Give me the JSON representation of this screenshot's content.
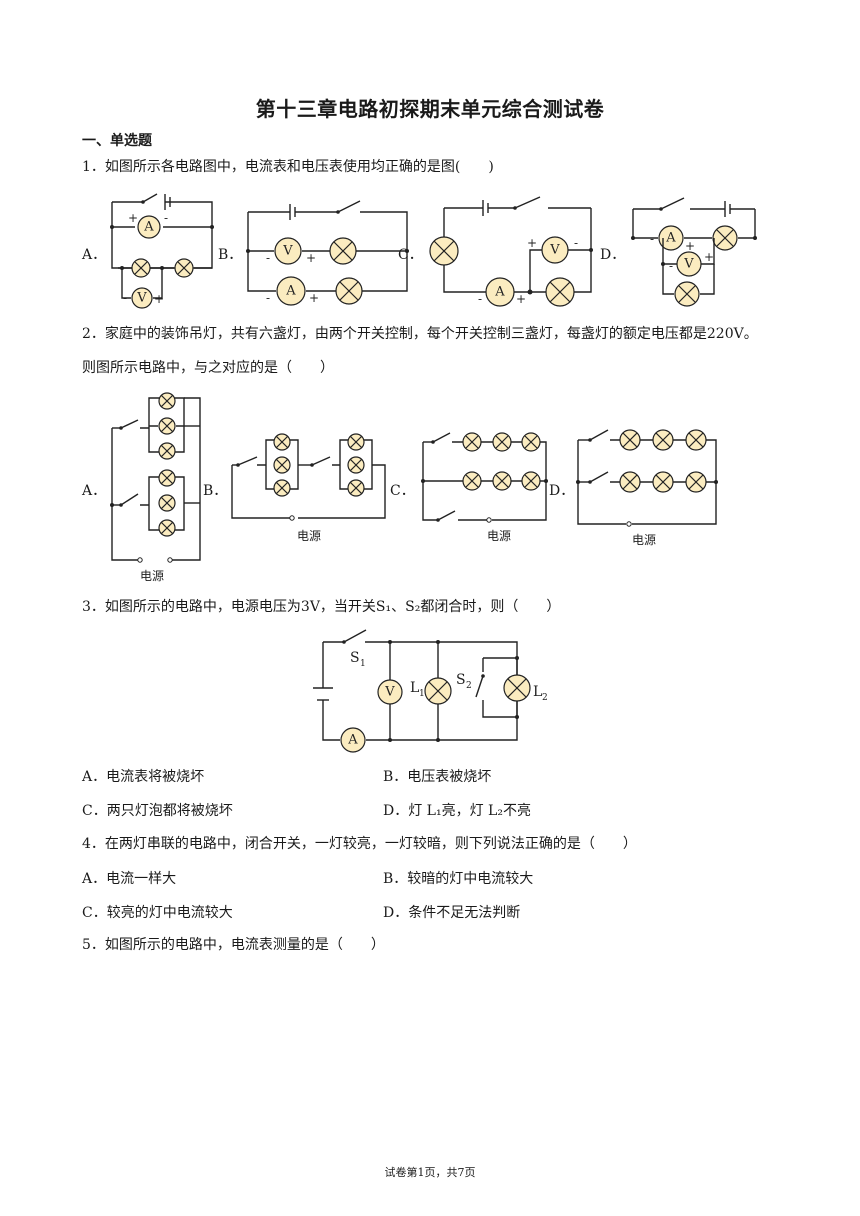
{
  "title": "第十三章电路初探期末单元综合测试卷",
  "section": "一、单选题",
  "questions": [
    {
      "text": "1．如图所示各电路图中，电流表和电压表使用均正确的是图(　　)",
      "figure_labels": [
        "A．",
        "B．",
        "C．",
        "D．"
      ]
    },
    {
      "text_line1": "2．家庭中的装饰吊灯，共有六盏灯，由两个开关控制，每个开关控制三盏灯，每盏灯的额定电压都是220V。",
      "text_line2": "则图所示电路中，与之对应的是（　　）",
      "figure_labels": [
        "A．",
        "B．",
        "C．",
        "D．"
      ],
      "power_label": "电源"
    },
    {
      "text": "3．如图所示的电路中，电源电压为3V，当开关S₁、S₂都闭合时，则（　　）",
      "options": [
        "A．电流表将被烧坏",
        "B．电压表被烧坏",
        "C．两只灯泡都将被烧坏",
        "D．灯 L₁亮，灯 L₂不亮"
      ],
      "labels": {
        "s1": "S",
        "s1_sub": "1",
        "s2": "S",
        "s2_sub": "2",
        "l1": "L",
        "l1_sub": "1",
        "l2": "L",
        "l2_sub": "2"
      }
    },
    {
      "text": "4．在两灯串联的电路中，闭合开关，一灯较亮，一灯较暗，则下列说法正确的是（　　）",
      "options": [
        "A．电流一样大",
        "B．较暗的灯中电流较大",
        "C．较亮的灯中电流较大",
        "D．条件不足无法判断"
      ]
    },
    {
      "text": "5．如图所示的电路中，电流表测量的是（　　）"
    }
  ],
  "meter_symbols": {
    "ammeter": "A",
    "voltmeter": "V",
    "plus": "+",
    "minus": "-"
  },
  "footer": "试卷第1页，共7页"
}
